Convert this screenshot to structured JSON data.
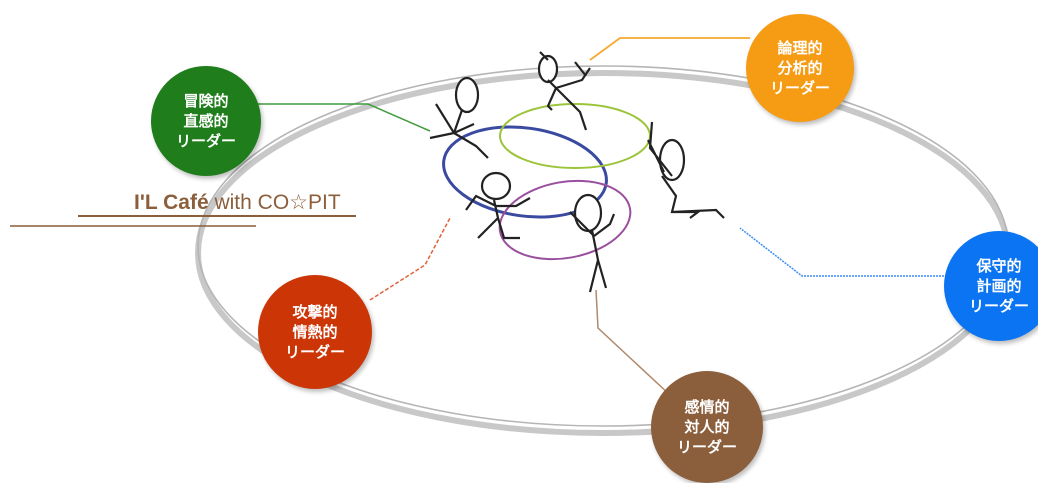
{
  "nodes": {
    "adventure": {
      "label": "冒険的\n直感的\nリーダー",
      "color": "#1f7d1b"
    },
    "logic": {
      "label": "論理的\n分析的\nリーダー",
      "color": "#f59b14"
    },
    "conservative": {
      "label": "保守的\n計画的\nリーダー",
      "color": "#0a74f2"
    },
    "aggressive": {
      "label": "攻撃的\n情熱的\nリーダー",
      "color": "#cc3607"
    },
    "emotional": {
      "label": "感情的\n対人的\nリーダー",
      "color": "#8b5e3c"
    }
  },
  "logo": {
    "brand": "I'L Café",
    "suffix": " with CO☆PIT"
  }
}
